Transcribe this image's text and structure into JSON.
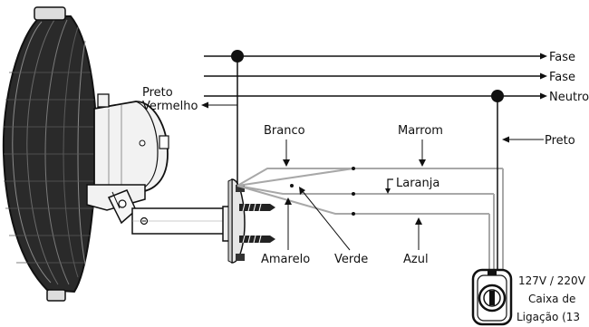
{
  "lines": {
    "fase_1": "Fase",
    "fase_2": "Fase",
    "neutro": "Neutro"
  },
  "fan_leads": {
    "preto": "Preto",
    "vermelho": "Vermelho"
  },
  "wire_labels": {
    "branco": "Branco",
    "marrom": "Marrom",
    "laranja": "Laranja",
    "amarelo": "Amarelo",
    "verde": "Verde",
    "azul": "Azul",
    "preto_right": "Preto"
  },
  "junction_box": {
    "voltage": "127V / 220V",
    "line1": "Caixa de",
    "line2": "Ligação (13"
  },
  "colors": {
    "wire": "#111111",
    "lead_gray": "#a8a8a8",
    "drawing": "#1a1a1a"
  }
}
